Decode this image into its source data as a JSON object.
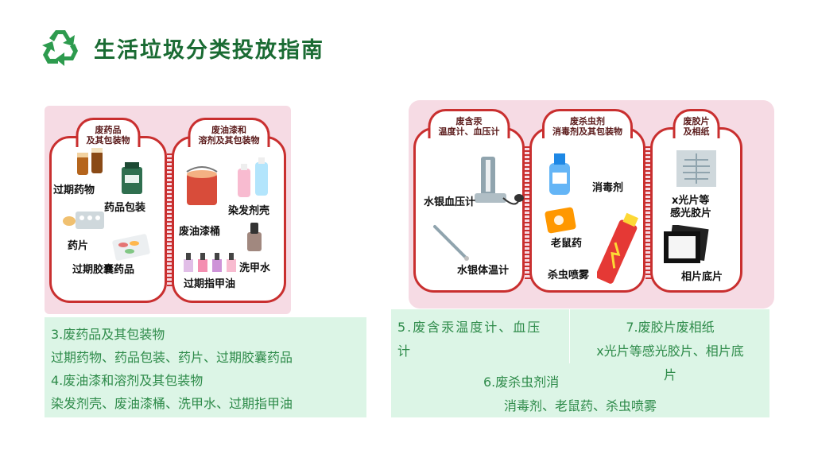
{
  "page": {
    "title": "生活垃圾分类投放指南"
  },
  "left_illustration": {
    "panel1": {
      "head1": "废药品",
      "head2": "及其包装物",
      "items": [
        "过期药物",
        "药品包装",
        "药片",
        "过期胶囊药品"
      ]
    },
    "panel2": {
      "head1": "废油漆和",
      "head2": "溶剂及其包装物",
      "items": [
        "染发剂壳",
        "废油漆桶",
        "洗甲水",
        "过期指甲油"
      ]
    }
  },
  "right_illustration": {
    "panel1": {
      "head1": "废含汞",
      "head2": "温度计、血压计",
      "items": [
        "水银血压计",
        "水银体温计"
      ]
    },
    "panel2": {
      "head1": "废杀虫剂",
      "head2": "消毒剂及其包装物",
      "items": [
        "消毒剂",
        "老鼠药",
        "杀虫喷雾"
      ]
    },
    "panel3": {
      "head1": "废胶片",
      "head2": "及相纸",
      "items": [
        "x光片等",
        "感光胶片",
        "相片底片"
      ]
    }
  },
  "info_left": {
    "line1": "3.废药品及其包装物",
    "line2": "过期药物、药品包装、药片、过期胶囊药品",
    "line3": "4.废油漆和溶剂及其包装物",
    "line4": "染发剂壳、废油漆桶、洗甲水、过期指甲油"
  },
  "info_right": {
    "b5a": "5.废含汞温度计、血压",
    "b5b": "计",
    "b7a": "7.废胶片废相纸",
    "b7b": "x光片等感光胶片、相片底",
    "b7c": "片",
    "b6a": "6.废杀虫剂消",
    "b6b": "消毒剂、老鼠药、杀虫喷雾"
  },
  "colors": {
    "title": "#1a6b33",
    "accent": "#c92f2f",
    "info_bg": "#dcf5e6",
    "info_text": "#2e8b4a",
    "card_bg": "#f6dbe4"
  }
}
